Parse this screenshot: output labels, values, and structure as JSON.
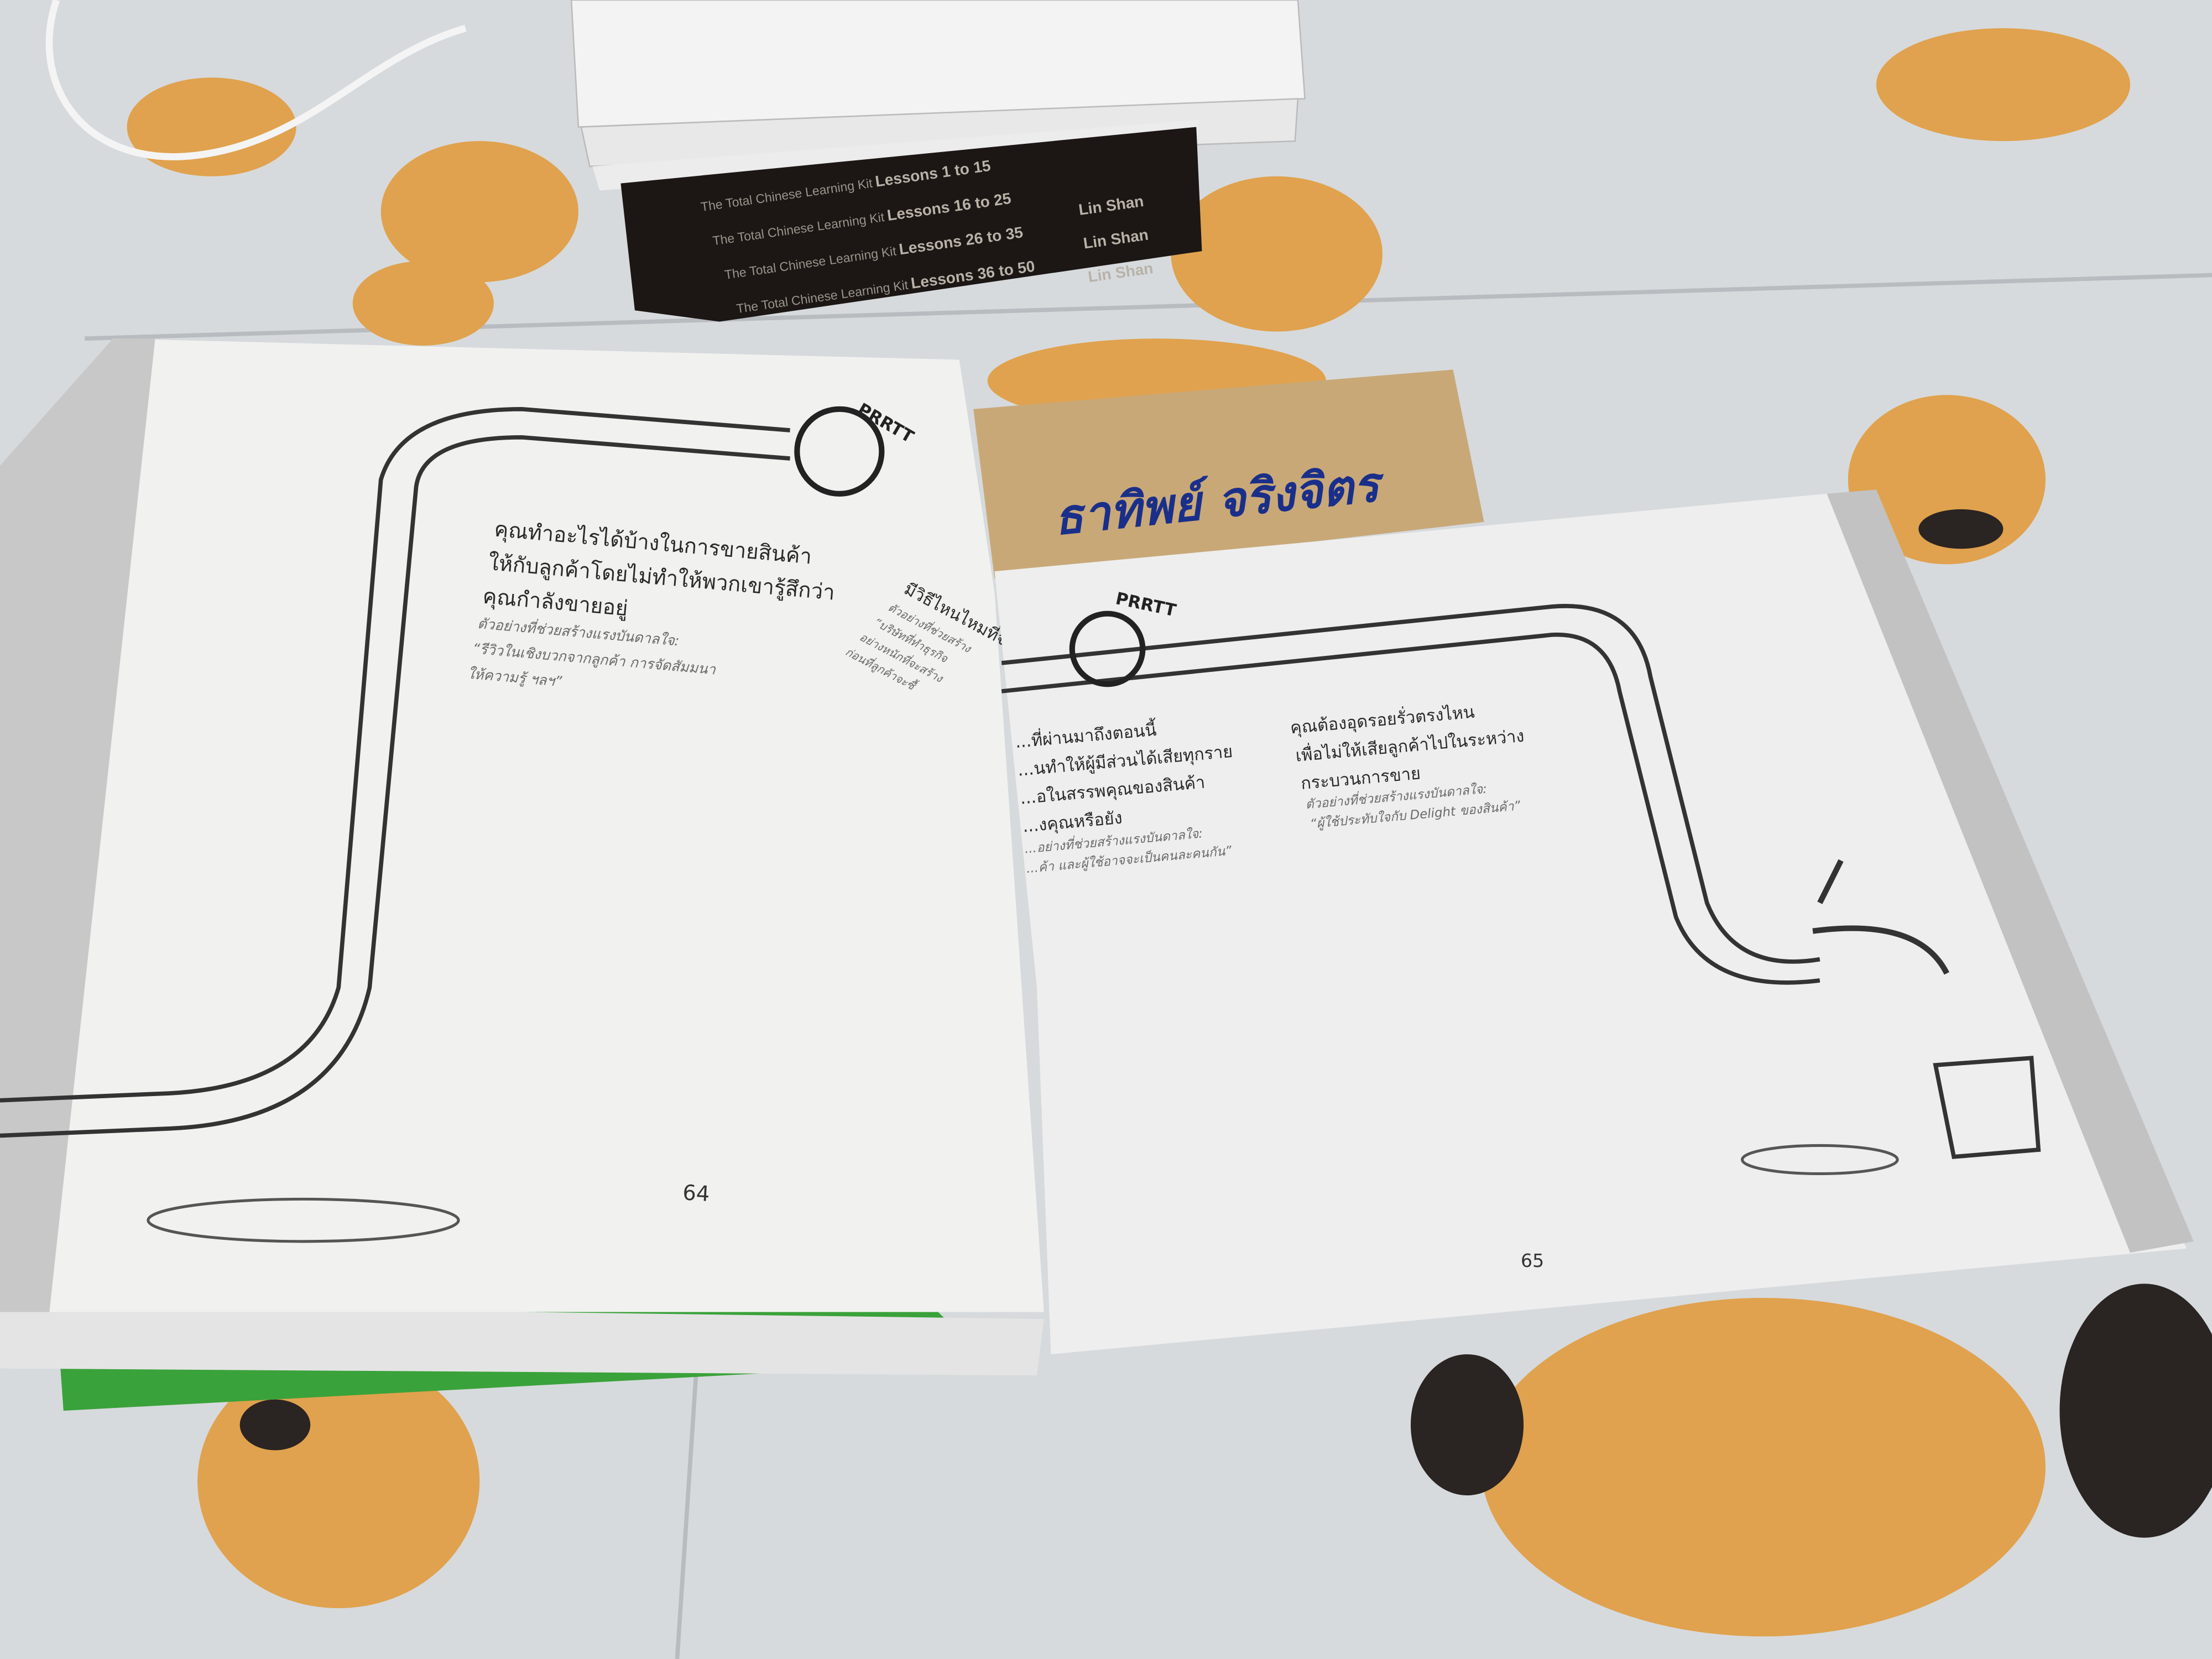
{
  "scene": {
    "colors": {
      "table": "#d8dcdf",
      "flower": "#e2a04a",
      "page": "#f1f1f0",
      "spine": "#1c1614",
      "cardboard": "#c9a878",
      "cover_green": "#3aa23a",
      "ink": "#1a2f8a"
    }
  },
  "book_stack": {
    "publisher_series": "The Total Chinese Learning Kit",
    "author": "Lin Shan",
    "volumes": [
      "Lessons 1 to 15",
      "Lessons 16 to 25",
      "Lessons 26 to 35",
      "Lessons 36 to 50"
    ]
  },
  "cardboard_label": {
    "handwriting": "ธาทิพย์ จริงจิตร"
  },
  "open_book": {
    "left_page": {
      "sound_effect": "PRRTT",
      "heading": [
        "คุณทำอะไรได้บ้างในการขายสินค้า",
        "ให้กับลูกค้าโดยไม่ทำให้พวกเขารู้สึกว่า",
        "คุณกำลังขายอยู่"
      ],
      "example": [
        "ตัวอย่างที่ช่วยสร้างแรงบันดาลใจ:",
        "“รีวิวในเชิงบวกจากลูกค้า การจัดสัมมนา",
        "ให้ความรู้ ฯลฯ”"
      ],
      "partial_heading": "มีวิธีไหนไหมที่จะ",
      "partial_example": [
        "ตัวอย่างที่ช่วยสร้าง",
        "“บริษัทที่ทำธุรกิจ",
        "อย่างหนักที่จะสร้าง",
        "ก่อนที่ลูกค้าจะซื้"
      ],
      "page_number": "64"
    },
    "right_page": {
      "sound_effect": "PRRTT",
      "middle_heading": [
        "...ที่ผ่านมาถึงตอนนี้",
        "...นทำให้ผู้มีส่วนได้เสียทุกราย",
        "...อในสรรพคุณของสินค้า",
        "...งคุณหรือยัง"
      ],
      "middle_example": [
        "...อย่างที่ช่วยสร้างแรงบันดาลใจ:",
        "...ค้า และผู้ใช้อาจจะเป็นคนละคนกัน”"
      ],
      "heading": [
        "คุณต้องอุดรอยรั่วตรงไหน",
        "เพื่อไม่ให้เสียลูกค้าไปในระหว่าง",
        "กระบวนการขาย"
      ],
      "example": [
        "ตัวอย่างที่ช่วยสร้างแรงบันดาลใจ:",
        "“ผู้ใช้ประทับใจกับ Delight ของสินค้า”"
      ],
      "page_number": "65"
    }
  }
}
